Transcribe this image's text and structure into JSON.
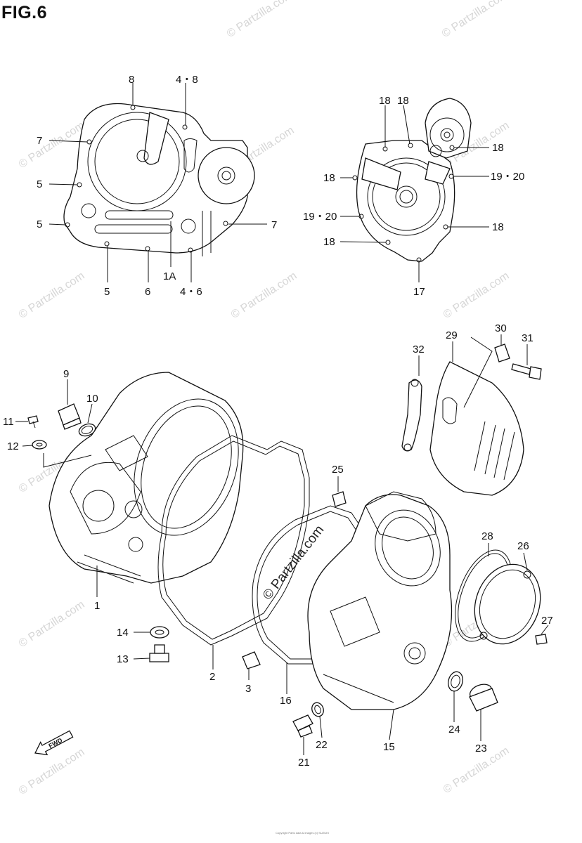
{
  "title": "FIG.6",
  "watermark": "© Partzilla.com",
  "center_watermark": "© Partzilla.com",
  "fwd_label": "FWD",
  "copyright": "Copyright Parts data & images (c) SUZUKI",
  "callouts": {
    "c8": "8",
    "c4_8": "4・8",
    "c7a": "7",
    "c5a": "5",
    "c5b": "5",
    "c7b": "7",
    "c5c": "5",
    "c6": "6",
    "c1a": "1A",
    "c4_6": "4・6",
    "c18a": "18",
    "c18b": "18",
    "c18c": "18",
    "c18d": "18",
    "c19_20a": "19・20",
    "c19_20b": "19・20",
    "c18e": "18",
    "c18f": "18",
    "c17": "17",
    "c9": "9",
    "c10": "10",
    "c11": "11",
    "c12": "12",
    "c1": "1",
    "c14": "14",
    "c13": "13",
    "c2": "2",
    "c3": "3",
    "c16": "16",
    "c25": "25",
    "c32": "32",
    "c29": "29",
    "c30": "30",
    "c31": "31",
    "c28": "28",
    "c26": "26",
    "c27": "27",
    "c15": "15",
    "c22": "22",
    "c21": "21",
    "c24": "24",
    "c23": "23"
  }
}
